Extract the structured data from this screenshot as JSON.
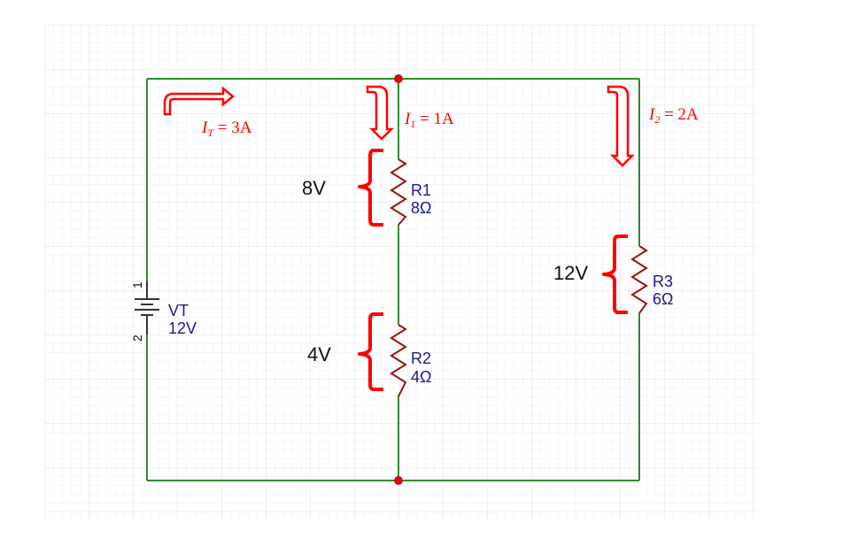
{
  "colors": {
    "wire": "#2e8b2e",
    "resistor": "#a01010",
    "annotation": "#ff0000",
    "node": "#cc1111",
    "component_label": "#1a1a8c",
    "voltage_label": "#111111",
    "grid_minor": "#ececec",
    "grid_major": "#dcdcdc"
  },
  "battery": {
    "pin_top": "1",
    "pin_bottom": "2",
    "name": "VT",
    "value": "12V"
  },
  "resistors": [
    {
      "name": "R1",
      "value": "8Ω",
      "voltage": "8V"
    },
    {
      "name": "R2",
      "value": "4Ω",
      "voltage": "4V"
    },
    {
      "name": "R3",
      "value": "6Ω",
      "voltage": "12V"
    }
  ],
  "currents": {
    "total": {
      "var": "I",
      "sub": "T",
      "rest": " = 3A"
    },
    "branch1": {
      "var": "I",
      "sub": "1",
      "rest": " = 1A"
    },
    "branch2": {
      "var": "I",
      "sub": "2",
      "rest": " = 2A"
    }
  },
  "icons": {
    "arrow": "current-arrow-icon",
    "brace": "voltage-brace-icon",
    "node": "junction-node-icon"
  }
}
